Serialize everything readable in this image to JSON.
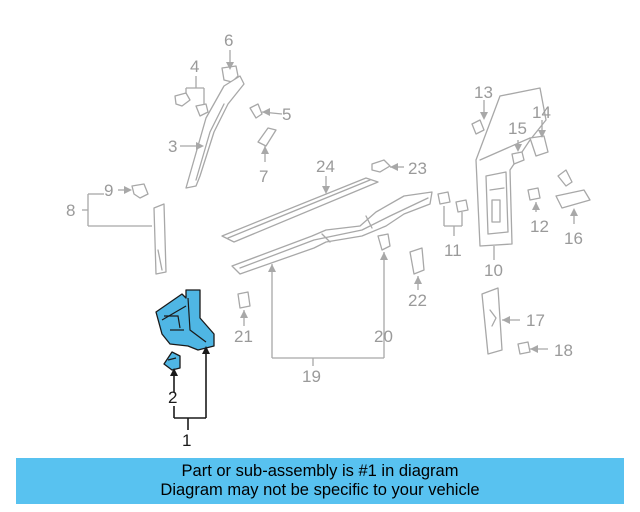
{
  "callouts": {
    "c1": "1",
    "c2": "2",
    "c3": "3",
    "c4": "4",
    "c5": "5",
    "c6": "6",
    "c7": "7",
    "c8": "8",
    "c9": "9",
    "c10": "10",
    "c11": "11",
    "c12": "12",
    "c13": "13",
    "c14": "14",
    "c15": "15",
    "c16": "16",
    "c17": "17",
    "c18": "18",
    "c19": "19",
    "c20": "20",
    "c21": "21",
    "c22": "22",
    "c23": "23",
    "c24": "24"
  },
  "banner": {
    "line1": "Part or sub-assembly is #1 in diagram",
    "line2": "Diagram may not be specific to your vehicle"
  },
  "colors": {
    "highlight_part": "#4fb6e4",
    "banner_background": "#58c2f0",
    "linework": "#a8a8a8"
  }
}
